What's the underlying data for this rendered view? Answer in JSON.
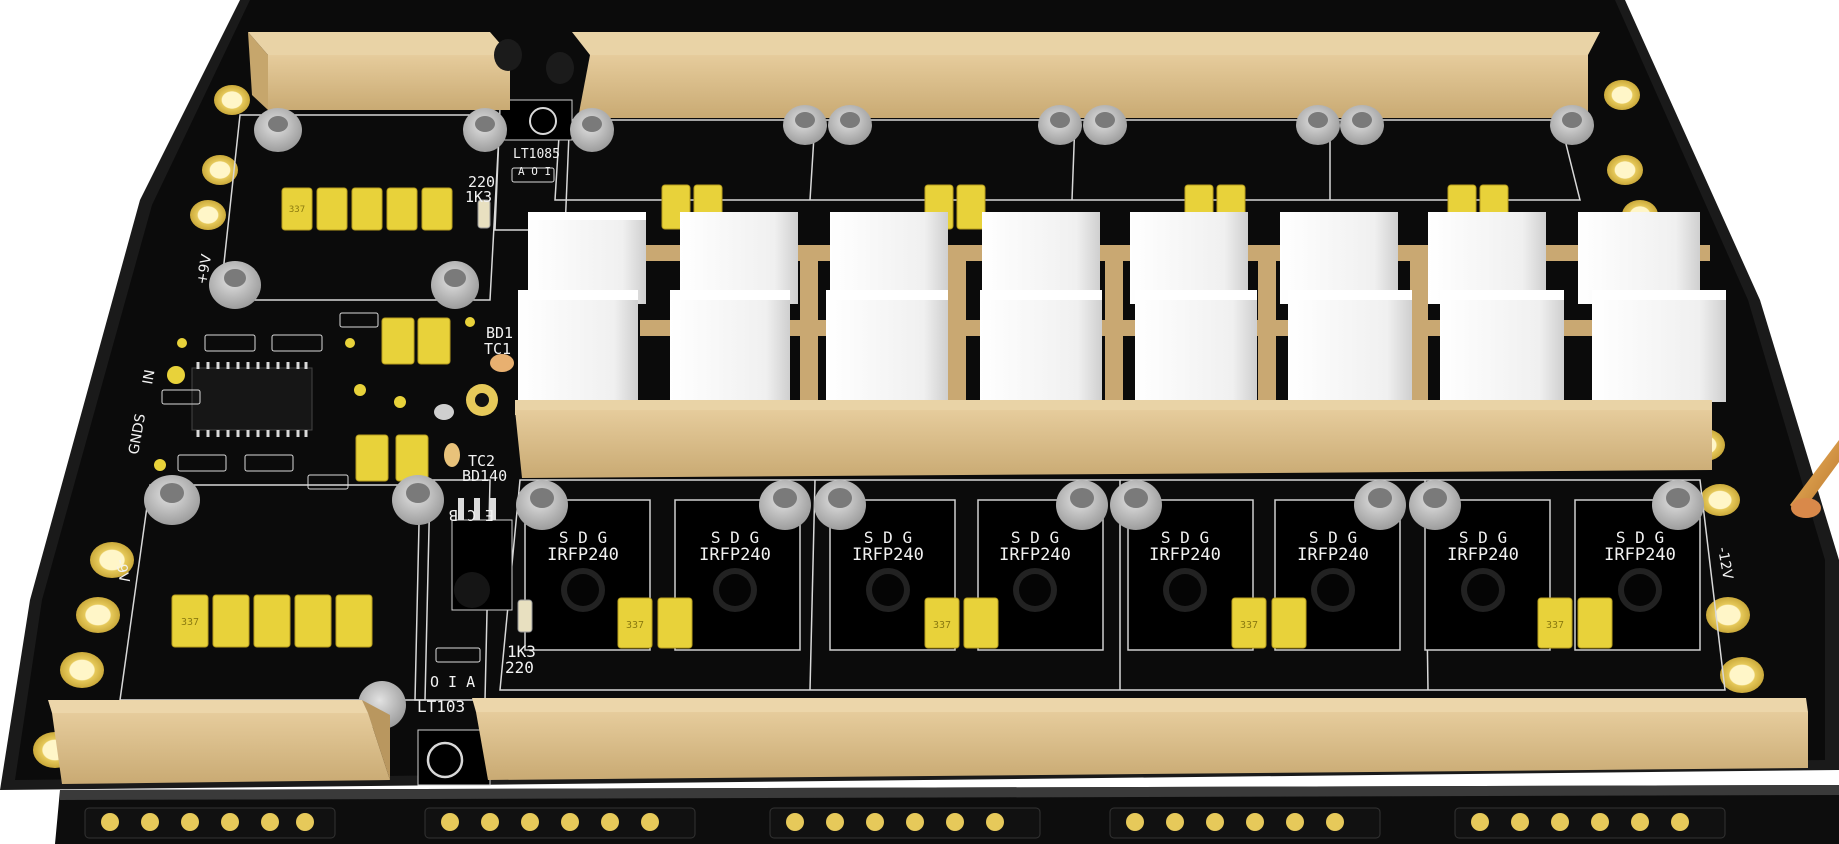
{
  "colors": {
    "background": "#ffffff",
    "pcb_black": "#0b0b0b",
    "pcb_edge": "#1c1c1c",
    "silkscreen": "#f2f2f2",
    "pad_gold": "#e6c95a",
    "wood_bar": "#dcc08e",
    "wood_bar_dark": "#c9aa73",
    "capacitor_yellow": "#e8d23a",
    "heatsink_white": "#f4f4f4",
    "standoff_gray": "#b9b9b9"
  },
  "board": {
    "top_left_labels": {
      "lt_top": "LT1085",
      "lt_pins_top": "A O I",
      "r_220_top": "220",
      "r_1k3_top": "1K3",
      "supply_pos": "+9V",
      "input": "IN",
      "ground": "GNDS",
      "supply_neg": "-9V",
      "tc1": "TC1",
      "bd_top": "BD1",
      "tc2": "TC2",
      "bd140": "BD140",
      "ecb": "E C B",
      "r_1k3_bottom": "1K3",
      "r_220_bottom": "220",
      "lt_pins_bottom": "O I A",
      "lt_bottom": "LT103",
      "supply_right": "-12V"
    },
    "mosfet_pin_label": "S D G",
    "mosfet_part": "IRFP240",
    "mosfet_count": 8,
    "cap_marking": "337",
    "icons": [
      "pcb-board",
      "heatsink",
      "capacitor",
      "mosfet",
      "mounting-hole",
      "wooden-spacer-bar",
      "pin-header"
    ]
  }
}
